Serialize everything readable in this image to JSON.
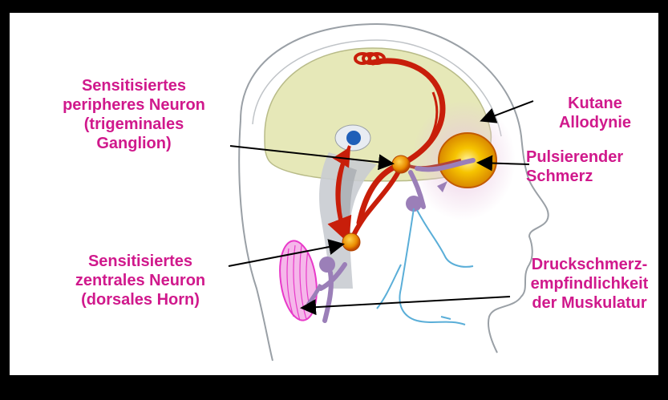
{
  "labels": {
    "peripheral_neuron": [
      "Sensitisiertes",
      "peripheres Neuron",
      "(trigeminales",
      "Ganglion)"
    ],
    "central_neuron": [
      "Sensitisiertes",
      "zentrales Neuron",
      "(dorsales Horn)"
    ],
    "allodynia": [
      "Kutane",
      "Allodynie"
    ],
    "pulsing_pain": [
      "Pulsierender",
      "Schmerz"
    ],
    "pressure_pain": [
      "Druckschmerz-",
      "empfindlichkeit",
      "der Muskulatur"
    ]
  },
  "colors": {
    "background": "#000000",
    "panel": "#ffffff",
    "label_text": "#d0198c",
    "pain_pathway": "#c81e0a",
    "afferent_nerve": "#9b7fb8",
    "cutaneous_nerve": "#5aaed8",
    "brain": "#e6e8b8",
    "brainstem": "#c9ccd1",
    "pain_glow": "#f2b100",
    "muscle": "#e83ac9"
  }
}
